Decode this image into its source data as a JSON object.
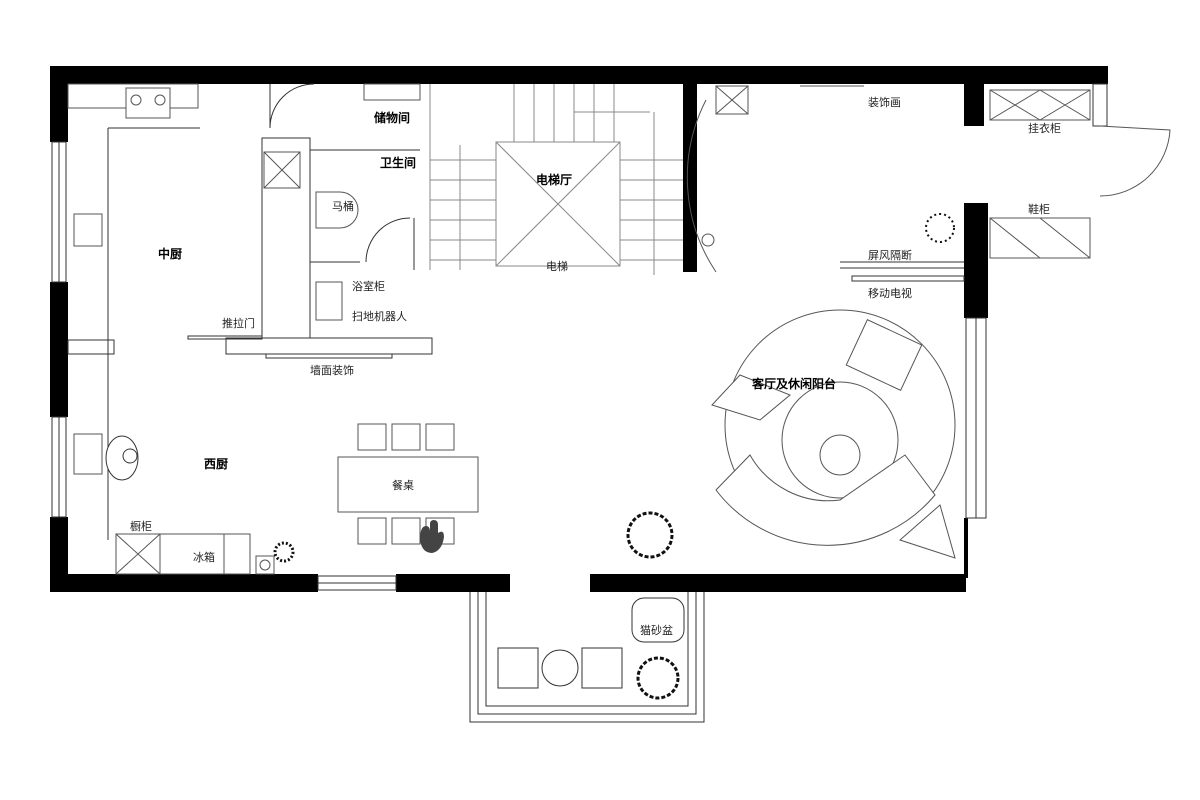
{
  "rooms": {
    "storage": "储物间",
    "bathroom": "卫生间",
    "elevator_hall": "电梯厅",
    "middle_kitchen": "中厨",
    "western_kitchen": "西厨",
    "living": "客厅及休闲阳台"
  },
  "labels": {
    "toilet": "马桶",
    "bath_cabinet": "浴室柜",
    "robot_vacuum": "扫地机器人",
    "sliding_door": "推拉门",
    "wall_decor": "墙面装饰",
    "dining_table": "餐桌",
    "cabinet": "橱柜",
    "fridge": "冰箱",
    "elevator": "电梯",
    "decor_painting": "装饰画",
    "wardrobe": "挂衣柜",
    "shoe_cabinet": "鞋柜",
    "screen_partition": "屏风隔断",
    "mobile_tv": "移动电视",
    "litter_box": "猫砂盆"
  }
}
